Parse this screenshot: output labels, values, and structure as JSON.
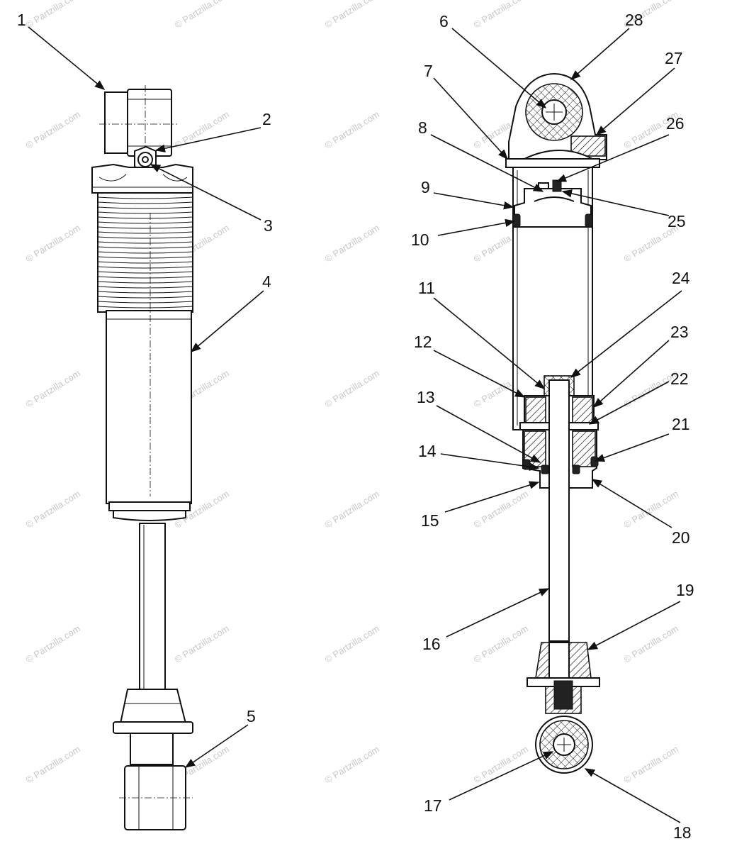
{
  "watermark": {
    "text": "© Partzilla.com"
  },
  "callouts": [
    {
      "num": "1"
    },
    {
      "num": "2"
    },
    {
      "num": "3"
    },
    {
      "num": "4"
    },
    {
      "num": "5"
    },
    {
      "num": "6"
    },
    {
      "num": "7"
    },
    {
      "num": "8"
    },
    {
      "num": "9"
    },
    {
      "num": "10"
    },
    {
      "num": "11"
    },
    {
      "num": "12"
    },
    {
      "num": "13"
    },
    {
      "num": "14"
    },
    {
      "num": "15"
    },
    {
      "num": "16"
    },
    {
      "num": "17"
    },
    {
      "num": "18"
    },
    {
      "num": "19"
    },
    {
      "num": "20"
    },
    {
      "num": "21"
    },
    {
      "num": "22"
    },
    {
      "num": "23"
    },
    {
      "num": "24"
    },
    {
      "num": "25"
    },
    {
      "num": "26"
    },
    {
      "num": "27"
    },
    {
      "num": "28"
    }
  ]
}
